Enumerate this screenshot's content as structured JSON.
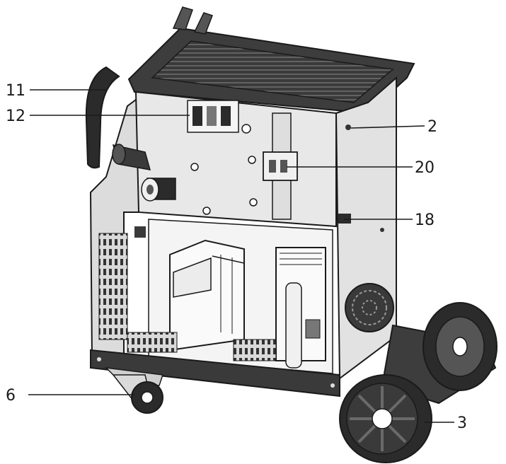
{
  "figure": {
    "subject": "welding machine on trolley",
    "colors": {
      "outline": "#1a1a1a",
      "panel": "#e6e6e6",
      "panel_dark": "#c8c8c8",
      "metal": "#9a9a9a",
      "dark": "#2b2b2b",
      "white": "#ffffff"
    }
  },
  "callouts": [
    {
      "id": "c11",
      "label": "11"
    },
    {
      "id": "c12",
      "label": "12"
    },
    {
      "id": "c2",
      "label": "2"
    },
    {
      "id": "c20",
      "label": "20"
    },
    {
      "id": "c18",
      "label": "18"
    },
    {
      "id": "c6",
      "label": "6"
    },
    {
      "id": "c3",
      "label": "3"
    }
  ]
}
